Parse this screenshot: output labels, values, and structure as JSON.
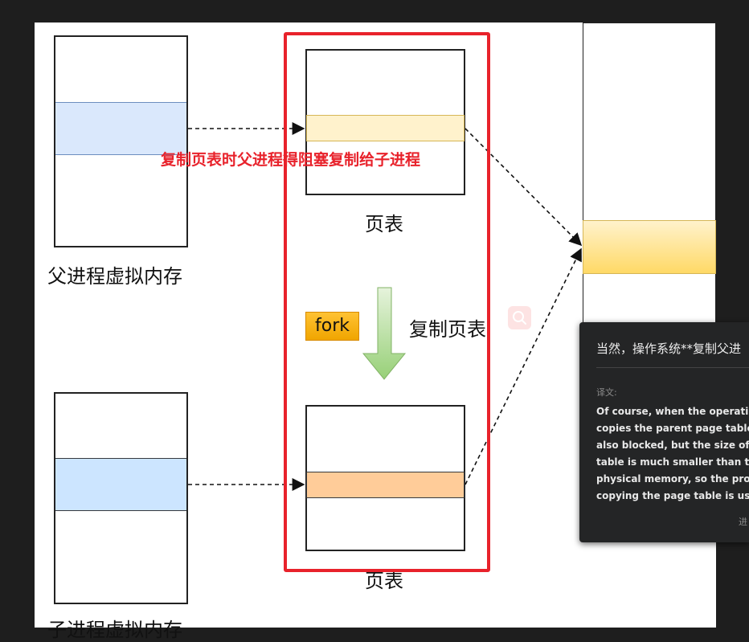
{
  "diagram": {
    "parent_label": "父进程虚拟内存",
    "child_label": "子进程虚拟内存",
    "page_table_label_top": "页表",
    "page_table_label_bottom": "页表",
    "annotation": "复制页表时父进程得阻塞复制给子进程",
    "fork_label": "fork",
    "copy_label": "复制页表"
  },
  "colors": {
    "red_frame": "#e8222b",
    "parent_region": "#dae8fc",
    "child_region": "#cce5ff",
    "page_entry_top": "#fff2cc",
    "page_entry_bottom": "#ffcc99",
    "physical_region": "#ffd966",
    "arrow_green": "#97d077"
  },
  "popup": {
    "title": "当然，操作系统**复制父进",
    "subtitle": "译文:",
    "lines": [
      "Of course, when the operating",
      "copies the parent page table,",
      "also blocked, but the size of th",
      "table is much smaller than the",
      "physical memory, so the proce",
      "copying the page table is usua"
    ],
    "footer": "进"
  }
}
